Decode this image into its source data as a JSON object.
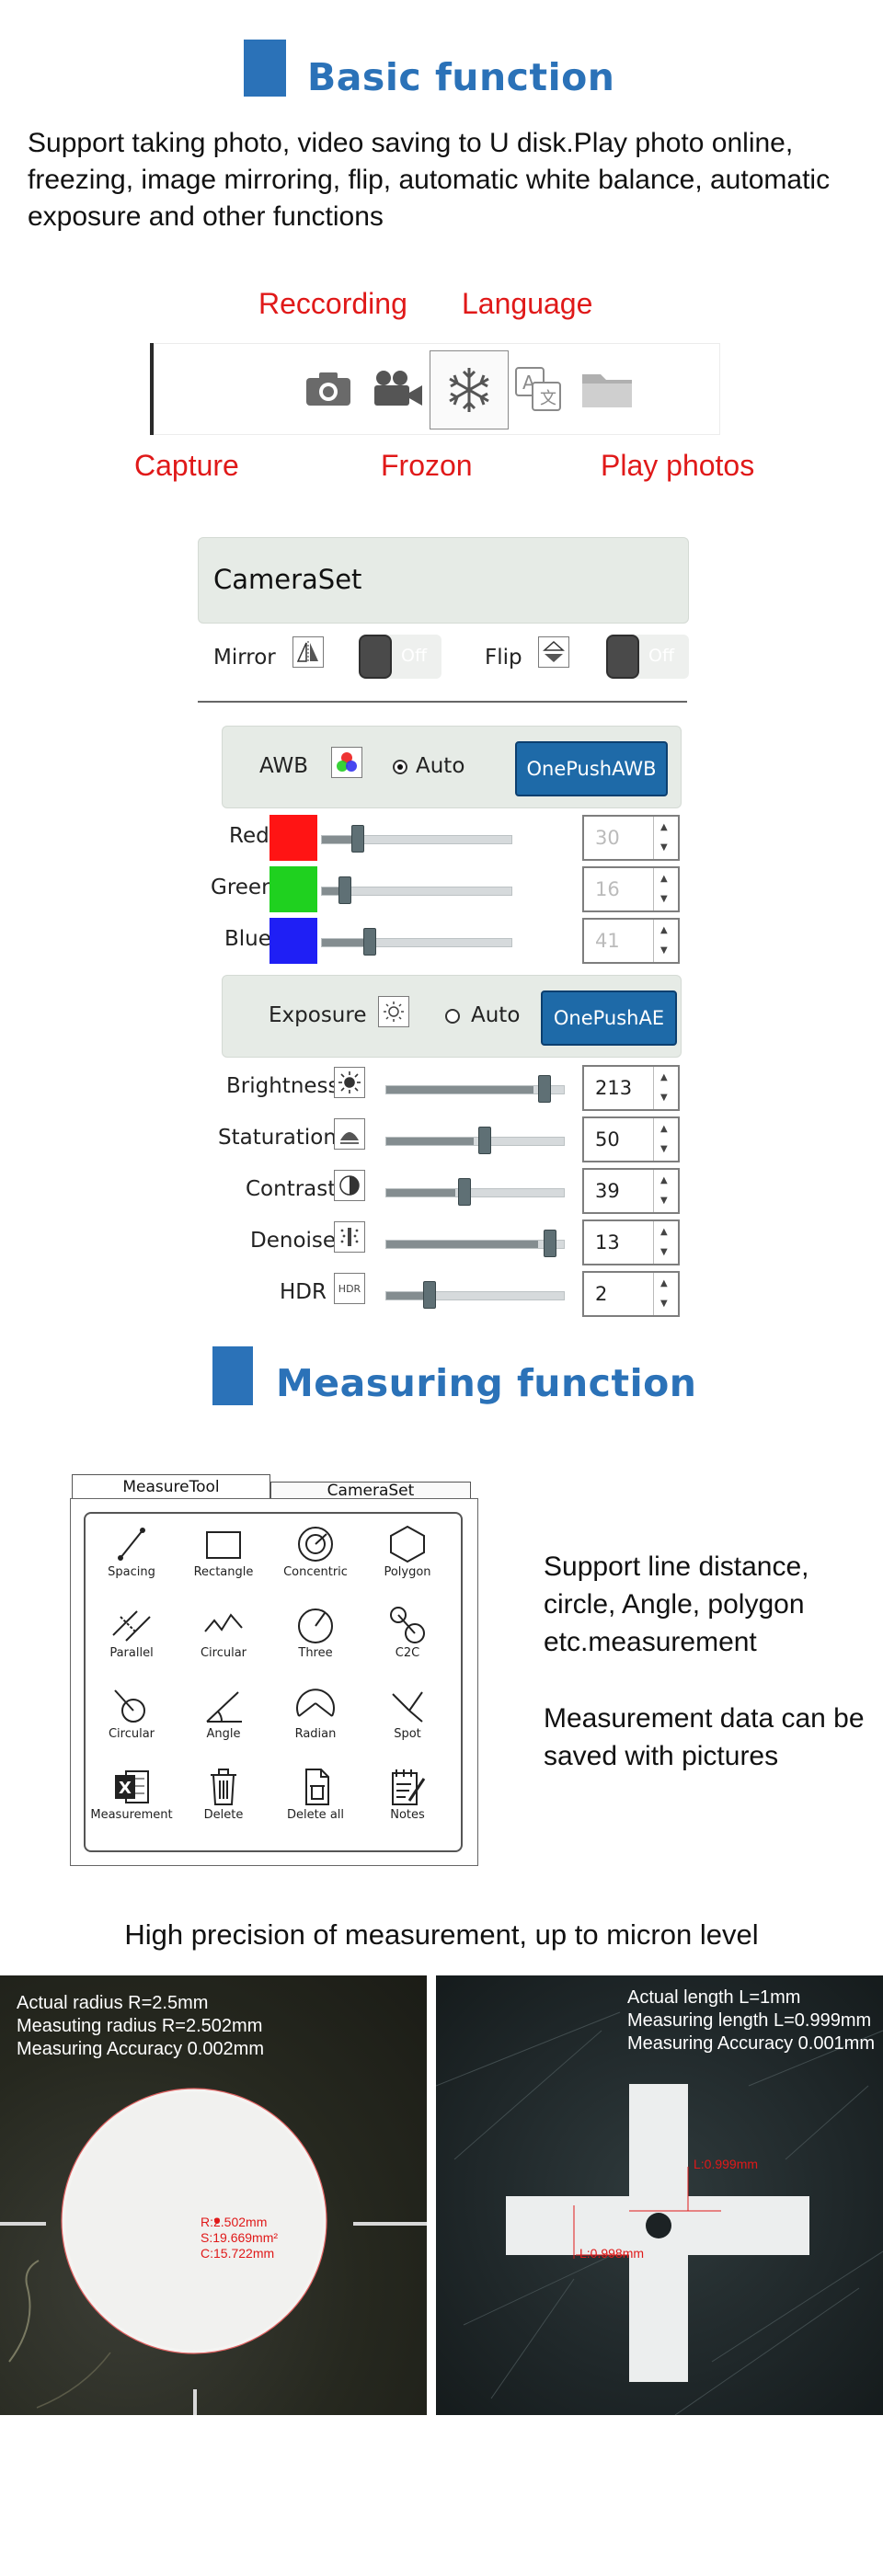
{
  "basic": {
    "title": "Basic function",
    "description": "Support taking photo, video saving to U disk.Play photo online, freezing, image mirroring, flip, automatic white balance, automatic exposure and other functions",
    "labels": {
      "recording": "Reccording",
      "language": "Language",
      "capture": "Capture",
      "frozon": "Frozon",
      "play_photos": "Play photos"
    }
  },
  "toolbar": {
    "items": [
      {
        "name": "capture",
        "icon": "camera-icon"
      },
      {
        "name": "recording",
        "icon": "video-camera-icon"
      },
      {
        "name": "frozon",
        "icon": "snowflake-icon",
        "selected": true
      },
      {
        "name": "language",
        "icon": "translate-icon"
      },
      {
        "name": "play_photos",
        "icon": "folder-icon"
      }
    ]
  },
  "camera_set": {
    "title": "CameraSet",
    "mirror_label": "Mirror",
    "flip_label": "Flip",
    "mirror_state": "Off",
    "flip_state": "Off",
    "awb": {
      "label": "AWB",
      "auto_label": "Auto",
      "auto_checked": true,
      "button": "OnePushAWB"
    },
    "color_sliders": [
      {
        "label": "Red",
        "color": "#ff1414",
        "value": "30",
        "max": 255
      },
      {
        "label": "Green",
        "color": "#1fd11f",
        "value": "16",
        "max": 255
      },
      {
        "label": "Blue",
        "color": "#1f1ff5",
        "value": "41",
        "max": 255
      }
    ],
    "exposure": {
      "label": "Exposure",
      "auto_label": "Auto",
      "auto_checked": false,
      "button": "OnePushAE"
    },
    "image_sliders": [
      {
        "label": "Brightness",
        "value": "213",
        "icon": "brightness-icon",
        "level": 0.84
      },
      {
        "label": "Staturation",
        "value": "50",
        "icon": "saturation-icon",
        "level": 0.52
      },
      {
        "label": "Contrast",
        "value": "39",
        "icon": "contrast-icon",
        "level": 0.41
      },
      {
        "label": "Denoise",
        "value": "13",
        "icon": "denoise-icon",
        "level": 0.87
      },
      {
        "label": "HDR",
        "value": "2",
        "icon": "hdr-icon",
        "level": 0.2
      }
    ],
    "hdr_icon_text": "HDR"
  },
  "measuring": {
    "title": "Measuring function",
    "tabs": [
      "MeasureTool",
      "CameraSet"
    ],
    "tools": [
      "Spacing",
      "Rectangle",
      "Concentric",
      "Polygon",
      "Parallel",
      "Circular",
      "Three",
      "C2C",
      "Circular",
      "Angle",
      "Radian",
      "Spot",
      "Measurement",
      "Delete",
      "Delete all",
      "Notes"
    ],
    "side_text_1": "Support line distance, circle, Angle, polygon etc.measurement",
    "side_text_2": "Measurement data can be saved with pictures"
  },
  "precision": {
    "caption": "High precision of measurement, up to micron level",
    "left_photo": {
      "lines": [
        "Actual radius R=2.5mm",
        "Measuting radius R=2.502mm",
        "Measuring Accuracy 0.002mm"
      ],
      "measure": [
        "R:2.502mm",
        "S:19.669mm²",
        "C:15.722mm"
      ]
    },
    "right_photo": {
      "lines": [
        "Actual length L=1mm",
        "Measuring length L=0.999mm",
        "Measuring Accuracy 0.001mm"
      ],
      "measure_h": "L:0.999mm",
      "measure_v": "L:0.998mm"
    }
  },
  "colors": {
    "accent_blue": "#2b72b8",
    "label_red": "#e01919",
    "button_blue": "#1e6aa8"
  }
}
